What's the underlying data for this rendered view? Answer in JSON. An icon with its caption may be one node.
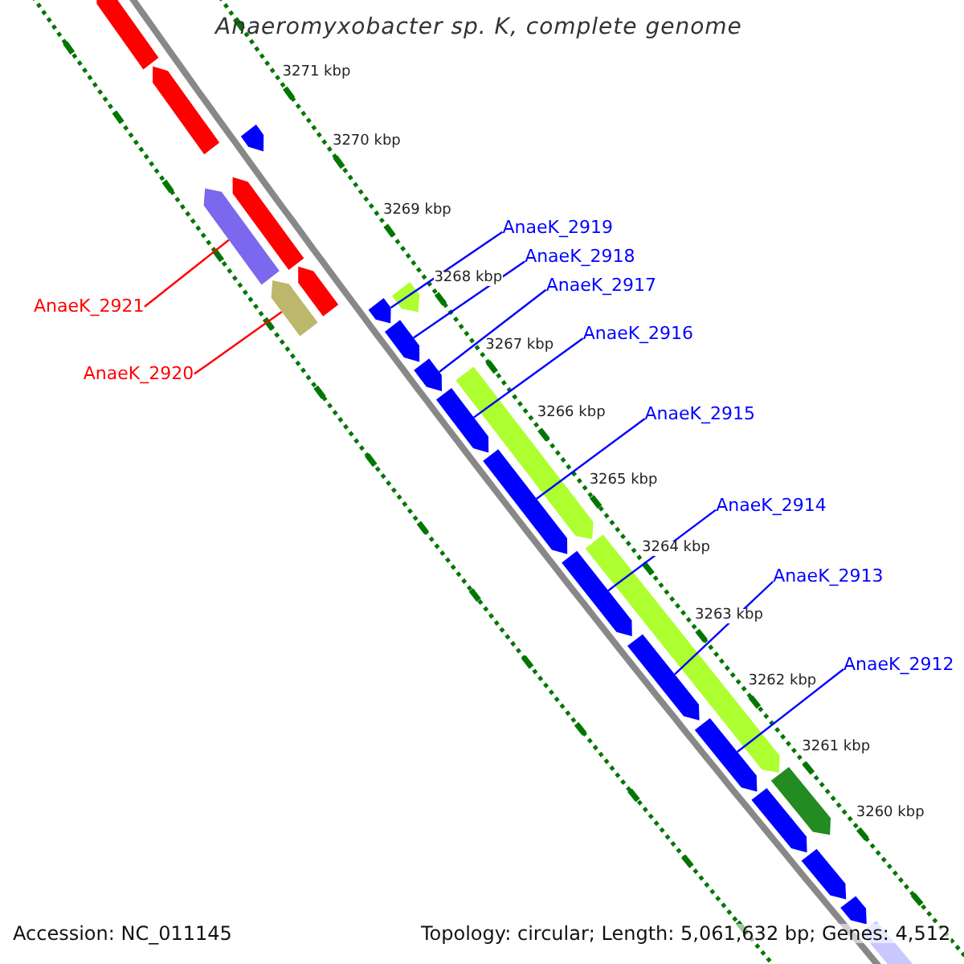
{
  "diagram": {
    "title": "Anaeromyxobacter sp. K, complete genome",
    "nodes": [
      {
        "text": [
          "AnaeK_2919"
        ]
      },
      {
        "text": [
          "AnaeK_2918"
        ]
      },
      {
        "text": [
          "AnaeK_2917"
        ]
      },
      {
        "text": [
          "AnaeK_2921"
        ]
      },
      {
        "text": [
          "AnaeK_2916"
        ]
      },
      {
        "text": [
          "AnaeK_2920"
        ]
      },
      {
        "text": [
          "AnaeK_2915"
        ]
      },
      {
        "text": [
          "AnaeK_2914"
        ]
      },
      {
        "text": [
          "AnaeK_2913"
        ]
      },
      {
        "text": [
          "AnaeK_2912"
        ]
      },
      {
        "text": [],
        "shape": "bar"
      },
      {
        "text": [],
        "shape": "bar"
      },
      {
        "text": [],
        "shape": "bar"
      },
      {
        "text": [],
        "shape": "bar"
      },
      {
        "text": [],
        "shape": "bar"
      },
      {
        "text": [],
        "shape": "bar"
      },
      {
        "text": [],
        "shape": "bar"
      },
      {
        "text": [],
        "shape": "bar"
      },
      {
        "text": [],
        "shape": "bar"
      },
      {
        "text": [],
        "shape": "bar"
      },
      {
        "text": [],
        "shape": "bar"
      },
      {
        "text": [],
        "shape": "bar"
      },
      {
        "text": [],
        "shape": "bar"
      },
      {
        "text": [],
        "shape": "bar"
      },
      {
        "text": [],
        "shape": "bar"
      },
      {
        "text": [],
        "shape": "bar"
      },
      {
        "text": [],
        "shape": "bar"
      },
      {
        "text": [],
        "shape": "bar"
      },
      {
        "text": [],
        "shape": "bar"
      },
      {
        "text": [],
        "shape": "bar"
      },
      {
        "text": [],
        "shape": "bar"
      },
      {
        "text": [],
        "shape": "bar"
      },
      {
        "text": [],
        "shape": "bar"
      }
    ],
    "edges": [
      {
        "from": 0,
        "to": 17,
        "arrow": "none"
      },
      {
        "from": 1,
        "to": 19,
        "arrow": "none"
      },
      {
        "from": 2,
        "to": 20,
        "arrow": "none"
      },
      {
        "from": 3,
        "to": 13,
        "arrow": "none",
        "color": "#ff0000"
      },
      {
        "from": 4,
        "to": 22,
        "arrow": "none"
      },
      {
        "from": 5,
        "to": 15,
        "arrow": "none",
        "color": "#ff0000"
      },
      {
        "from": 6,
        "to": 23,
        "arrow": "none"
      },
      {
        "from": 7,
        "to": 24,
        "arrow": "none"
      },
      {
        "from": 8,
        "to": 26,
        "arrow": "none"
      },
      {
        "from": 9,
        "to": 27,
        "arrow": "none"
      }
    ],
    "labels": [
      "3271 kbp",
      "3270 kbp",
      "3269 kbp",
      "3268 kbp",
      "3267 kbp",
      "3266 kbp",
      "3265 kbp",
      "3264 kbp",
      "3263 kbp",
      "3262 kbp",
      "3261 kbp",
      "3260 kbp",
      "Accession: NC_011145",
      "Topology: circular; Length: 5,061,632 bp; Genes: 4,512"
    ]
  }
}
